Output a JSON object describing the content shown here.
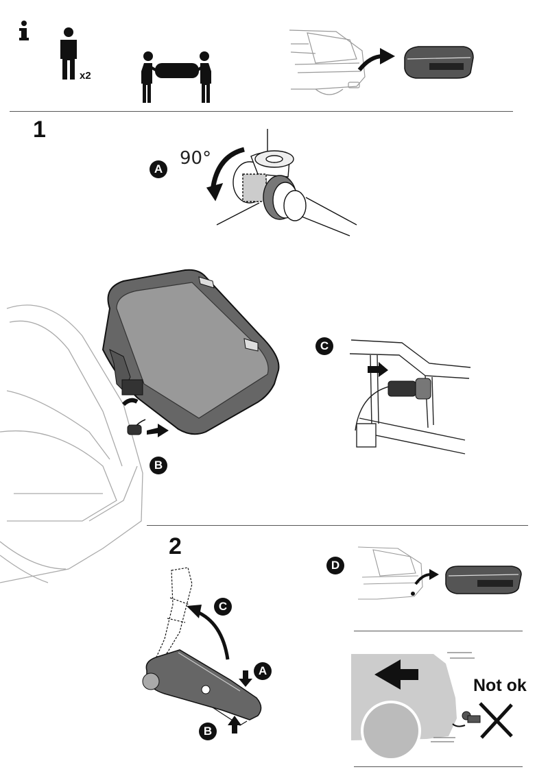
{
  "header": {
    "info_icon": "info-icon",
    "persons_count": "x2"
  },
  "steps": [
    {
      "number": "1"
    },
    {
      "number": "2"
    }
  ],
  "step1": {
    "rotation_label": "90°",
    "callouts": {
      "a": "A",
      "b": "B",
      "c": "C"
    }
  },
  "step2": {
    "callouts": {
      "a": "A",
      "b": "B",
      "c": "C",
      "d": "D"
    },
    "warning_label": "Not ok"
  }
}
